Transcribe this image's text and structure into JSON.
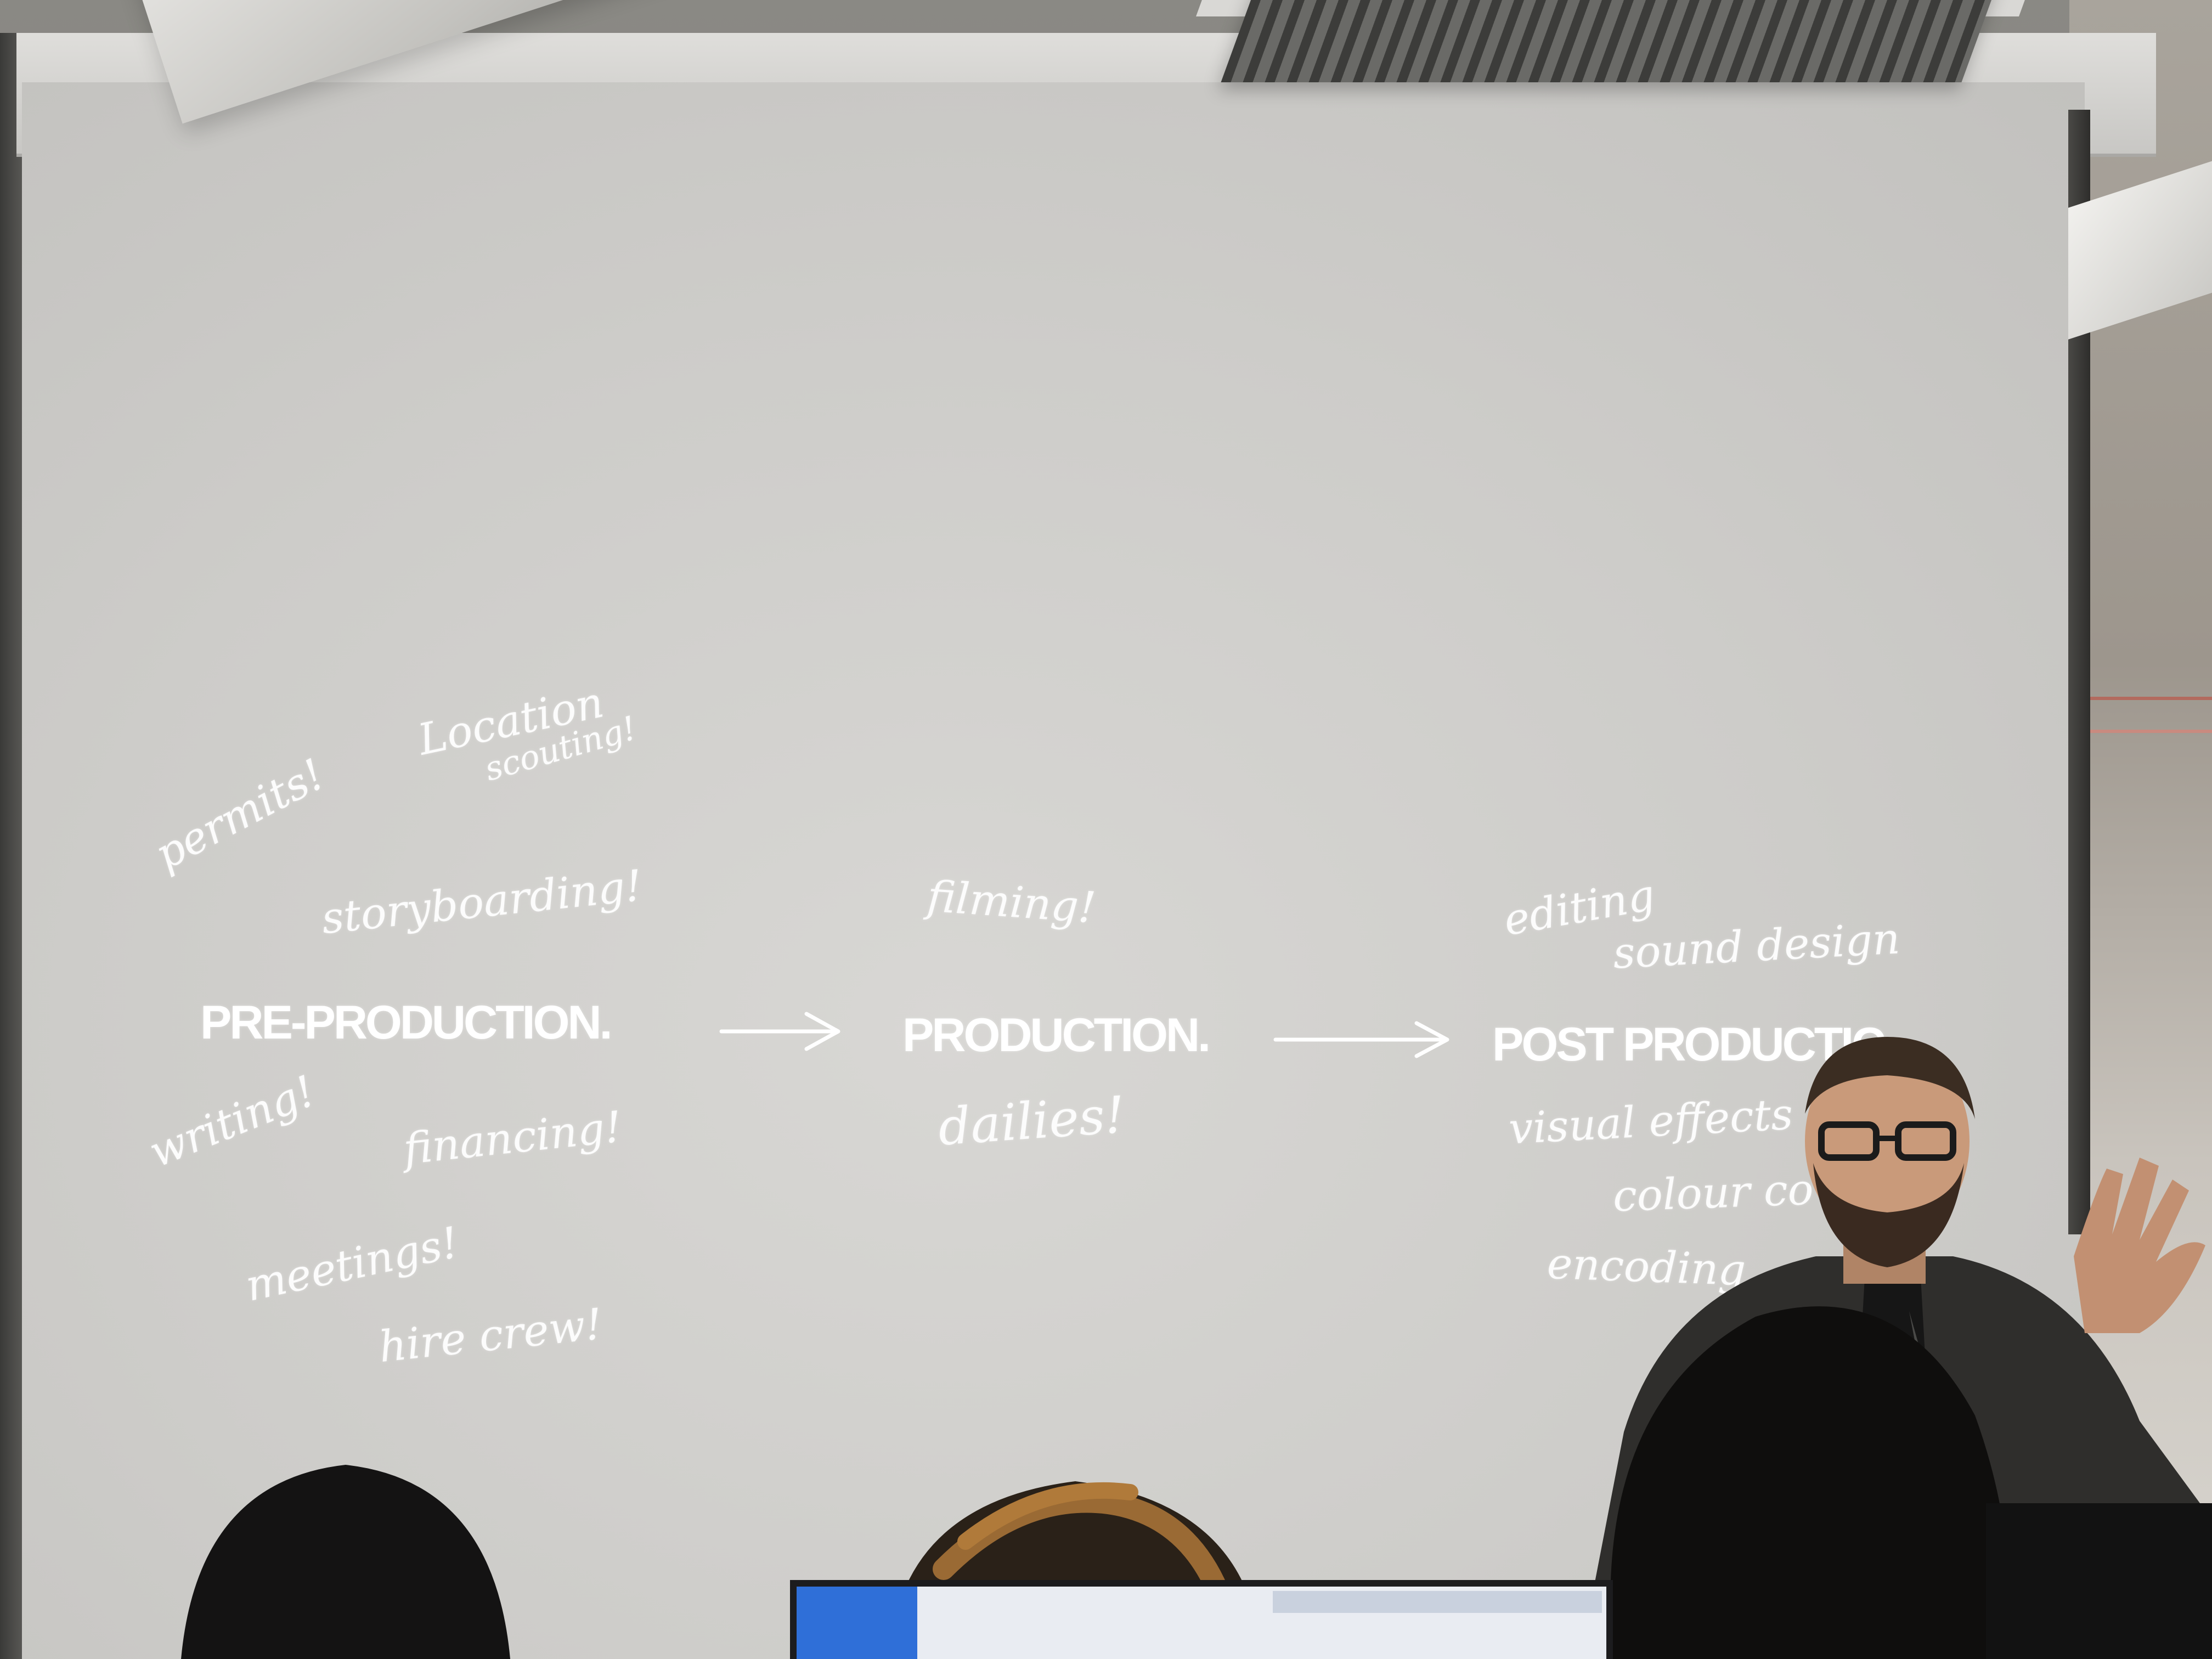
{
  "slide": {
    "stages": {
      "pre_production": "PRE-PRODUCTION.",
      "production": "PRODUCTION.",
      "post_production": "POST PRODUCTIC"
    },
    "annotations": {
      "pre_production": [
        "permits!",
        "Location",
        "scouting!",
        "storyboarding!",
        "writing!",
        "financing!",
        "meetings!",
        "hire crew!"
      ],
      "production": [
        "filming!",
        "dailies!"
      ],
      "post_production": [
        "editing",
        "sound design",
        "visual effects",
        "colour co",
        "encoding"
      ]
    }
  },
  "colors": {
    "screen": "#cfcecb",
    "ink": "#ffffff",
    "room": "#7d7b77"
  }
}
